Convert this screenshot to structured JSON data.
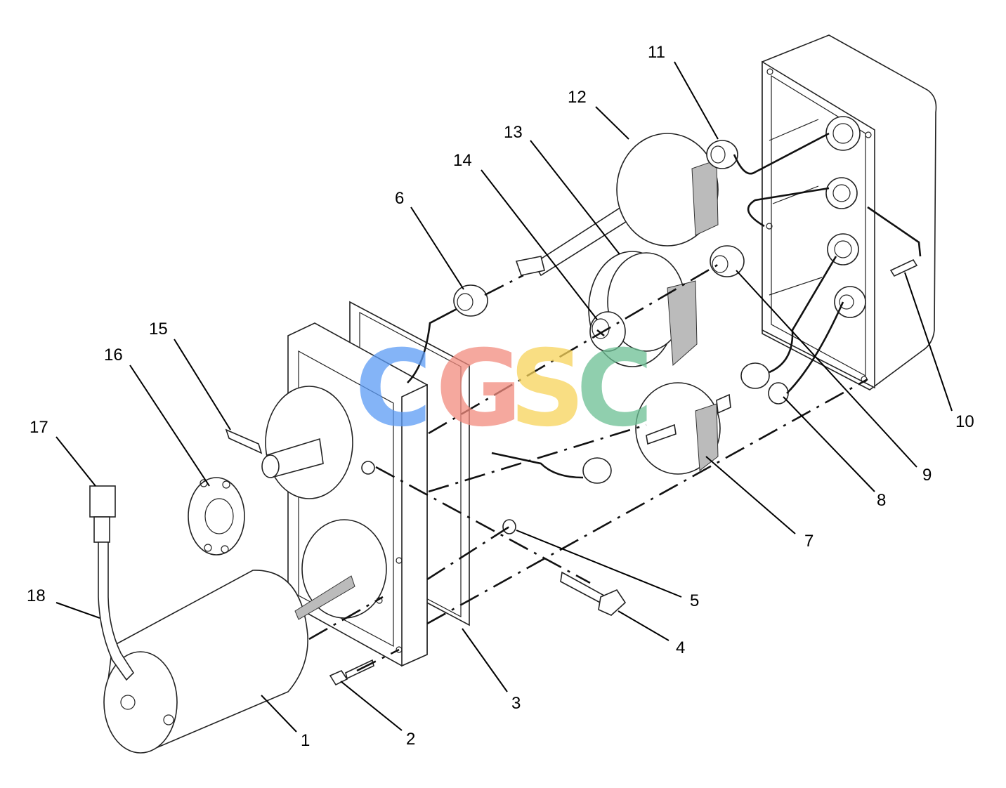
{
  "callouts": [
    {
      "id": "1",
      "label": "1"
    },
    {
      "id": "2",
      "label": "2"
    },
    {
      "id": "3",
      "label": "3"
    },
    {
      "id": "4",
      "label": "4"
    },
    {
      "id": "5",
      "label": "5"
    },
    {
      "id": "6",
      "label": "6"
    },
    {
      "id": "7",
      "label": "7"
    },
    {
      "id": "8",
      "label": "8"
    },
    {
      "id": "9",
      "label": "9"
    },
    {
      "id": "10",
      "label": "10"
    },
    {
      "id": "11",
      "label": "11"
    },
    {
      "id": "12",
      "label": "12"
    },
    {
      "id": "13",
      "label": "13"
    },
    {
      "id": "14",
      "label": "14"
    },
    {
      "id": "15",
      "label": "15"
    },
    {
      "id": "16",
      "label": "16"
    },
    {
      "id": "17",
      "label": "17"
    },
    {
      "id": "18",
      "label": "18"
    }
  ],
  "watermark": {
    "letters": [
      "C",
      "G",
      "S",
      "C"
    ],
    "colors": [
      "#5b9bf5",
      "#f28b7e",
      "#f7d35a",
      "#6cbf94"
    ]
  }
}
